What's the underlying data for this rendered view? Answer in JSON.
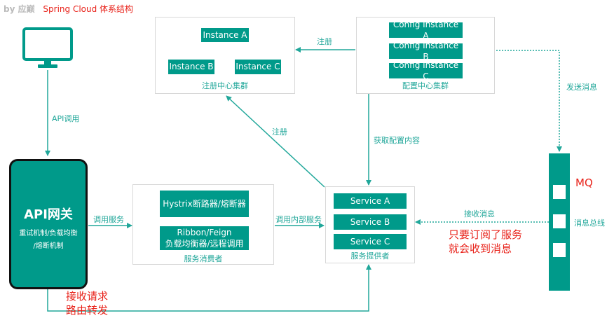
{
  "header": {
    "author": "by 应巅",
    "title": "Spring Cloud 体系结构"
  },
  "labels": {
    "api_call": "API调用",
    "call_service": "调用服务",
    "call_internal": "调用内部服务",
    "register_top": "注册",
    "register_diag": "注册",
    "get_config": "获取配置内容",
    "send_message": "发送消息",
    "receive_message": "接收消息",
    "bus_label": "消息总线",
    "mq_label": "MQ"
  },
  "gateway": {
    "title": "API网关",
    "line1": "重试机制/负载均衡",
    "line2": "/熔断机制"
  },
  "registry": {
    "caption": "注册中心集群",
    "instances": [
      "Instance A",
      "Instance B",
      "Instance C"
    ]
  },
  "config_center": {
    "caption": "配置中心集群",
    "instances": [
      "Config Instance A",
      "Config Instance B",
      "Config Instance C"
    ]
  },
  "consumer": {
    "caption": "服务消费者",
    "hystrix": "Hystrix断路器/熔断器",
    "ribbon_line1": "Ribbon/Feign",
    "ribbon_line2": "负载均衡器/远程调用"
  },
  "provider": {
    "caption": "服务提供者",
    "services": [
      "Service A",
      "Service B",
      "Service C"
    ]
  },
  "annotations": {
    "subscribe_line1": "只要订阅了服务",
    "subscribe_line2": "就会收到消息",
    "gateway_line1": "接收请求",
    "gateway_line2": "路由转发"
  },
  "colors": {
    "teal": "#009a8a",
    "line": "#21a79a",
    "red": "#e8221a",
    "header_gray": "#bbbbbb"
  },
  "icons": [
    "monitor-icon"
  ]
}
